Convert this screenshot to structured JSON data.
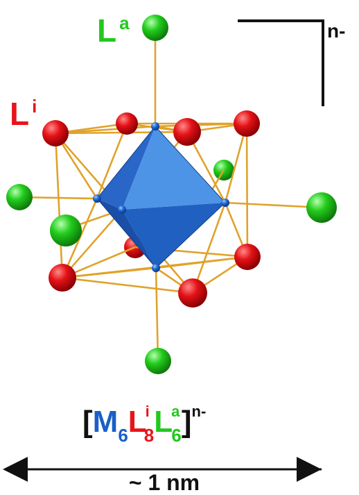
{
  "labels": {
    "apical": {
      "base": "L",
      "sup": "a"
    },
    "inner": {
      "base": "L",
      "sup": "i"
    },
    "charge": "n-"
  },
  "formula": {
    "open": "[",
    "metal": "M",
    "metal_sub": "6",
    "inner": "L",
    "inner_sup": "i",
    "inner_sub": "8",
    "apical": "L",
    "apical_sup": "a",
    "apical_sub": "6",
    "close": "]",
    "charge": "n-"
  },
  "scale": {
    "text": "~ 1 nm"
  },
  "colors": {
    "metal": "#1a5fc8",
    "inner_ligand": "#e8141a",
    "apical_ligand": "#22c81e",
    "bond": "#e0a22a",
    "text": "#111111"
  }
}
